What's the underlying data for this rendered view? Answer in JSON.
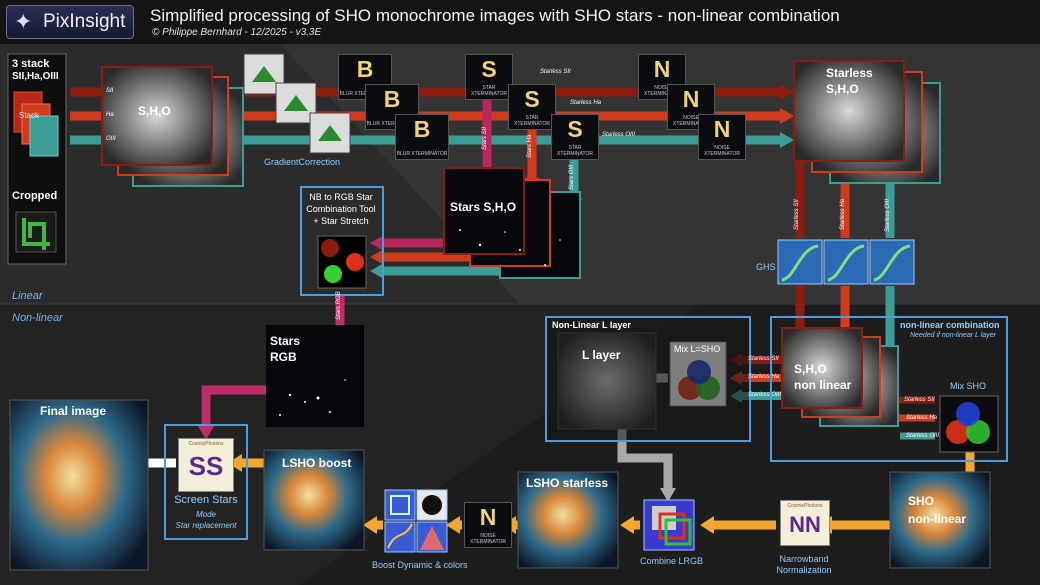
{
  "header": {
    "logo_text": "PixInsight",
    "title": "Simplified processing of SHO monochrome images with SHO stars - non-linear combination",
    "subtitle": "© Philippe Bernhard - 12/2025 - v3.3E"
  },
  "input": {
    "label_line1": "3 stack",
    "label_line2": "SII,Ha,OIII",
    "stack_label": "Stack",
    "cropped_label": "Cropped"
  },
  "nodes": {
    "sho": "S,H,O",
    "gradient": "GradientCorrection",
    "blur_letter": "B",
    "blur_name": "BLUR XTERMINATOR",
    "star_letter": "S",
    "star_name": "STAR XTERMINATOR",
    "noise_letter": "N",
    "noise_name": "NOISE XTERMINATOR",
    "starless_line1": "Starless",
    "starless_line2": "S,H,O",
    "stars_sho": "Stars S,H,O",
    "nb_line1": "NB to RGB Star",
    "nb_line2": "Combination Tool",
    "nb_line3": "+ Star Stretch",
    "ghs": "GHS",
    "stars_rgb_line1": "Stars",
    "stars_rgb_line2": "RGB",
    "nonlinear_l_layer": "Non-Linear L layer",
    "l_layer": "L layer",
    "mix_l": "Mix L=SHO",
    "nonlinear_comb": "non-linear combination",
    "nonlinear_comb_note": "Needed if non-linear L layer",
    "sho_nl_line1": "S,H,O",
    "sho_nl_line2": "non linear",
    "mix_sho": "Mix SHO",
    "sho_nonlinear_line1": "SHO",
    "sho_nonlinear_line2": "non-linear",
    "cp_brand": "CosmicPhotons",
    "nn_letters": "NN",
    "nn_line1": "Narrowband",
    "nn_line2": "Normalization",
    "lsho_starless": "LSHO starless",
    "combine_lrgb": "Combine LRGB",
    "boost": "Boost Dynamic & colors",
    "lsho_boost": "LSHO boost",
    "ss_letters": "SS",
    "screen_stars": "Screen Stars",
    "mode": "Mode",
    "star_replacement": "Star replacement",
    "final_image": "Final image"
  },
  "zones": {
    "linear": "Linear",
    "nonlinear": "Non-linear"
  },
  "arrow_labels": {
    "sii": "SII",
    "ha": "Ha",
    "oiii": "OIII",
    "starless_sii": "Starless SII",
    "starless_ha": "Starless Ha",
    "starless_oiii": "Starless OIII",
    "stars_sii": "Stars SII",
    "stars_ha": "Stars Ha",
    "stars_oiii": "Stars OIII",
    "stars_rgb": "Stars RGB"
  },
  "colors": {
    "sii": "#8b1c10",
    "ha": "#d23a20",
    "oiii": "#3e9c96",
    "stars": "#c02c68",
    "combine": "#a9a9a9",
    "final": "#f3a630",
    "accent": "#4a9de0"
  }
}
